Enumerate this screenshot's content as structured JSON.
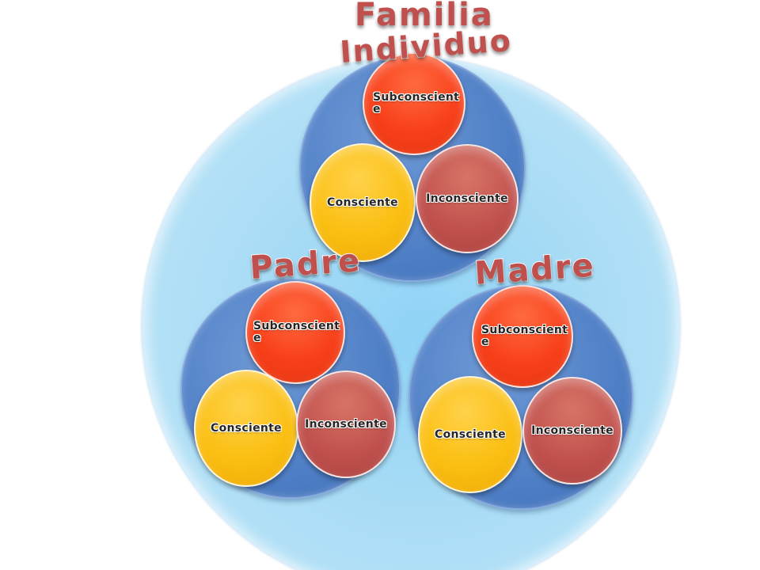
{
  "titles": {
    "familia": "Familia",
    "individuo": "Individuo",
    "padre": "Padre",
    "madre": "Madre"
  },
  "groups": {
    "individuo": {
      "subconsciente": "Subconsciente",
      "consciente": "Consciente",
      "inconsciente": "Inconsciente"
    },
    "padre": {
      "subconsciente": "Subconsciente",
      "consciente": "Consciente",
      "inconsciente": "Inconsciente"
    },
    "madre": {
      "subconsciente": "Subconsciente",
      "consciente": "Consciente",
      "inconsciente": "Inconsciente"
    }
  },
  "colors": {
    "outer_circle": "#a9dcf5",
    "group_circle": "#4f7fc6",
    "subconsciente": "#f8401a",
    "consciente": "#fbbf12",
    "inconsciente": "#c0504d",
    "title_text": "#c0504d"
  }
}
